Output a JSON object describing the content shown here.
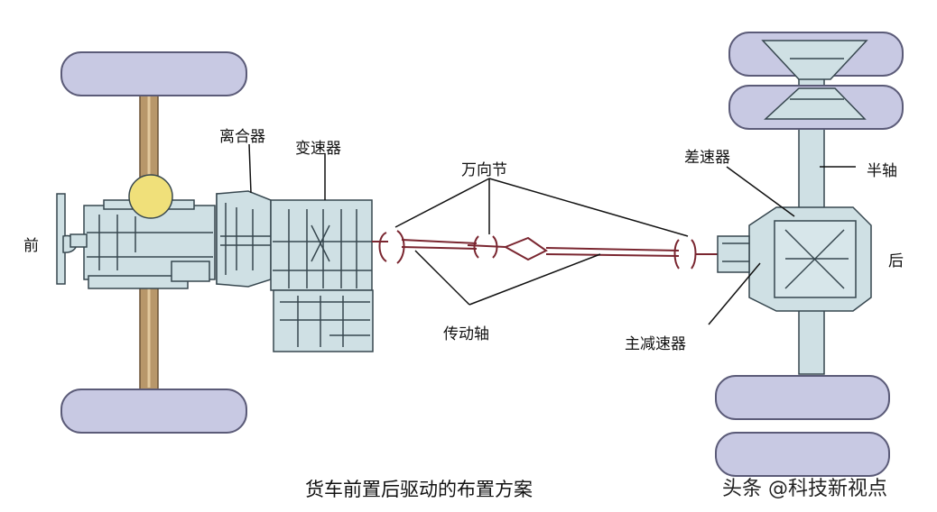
{
  "diagram": {
    "caption": "货车前置后驱动的布置方案",
    "watermark": "头条 @科技新视点",
    "labels": {
      "front": "前",
      "rear": "后",
      "clutch": "离合器",
      "gearbox": "变速器",
      "universal_joint": "万向节",
      "drive_shaft": "传动轴",
      "differential": "差速器",
      "half_shaft": "半轴",
      "main_reducer": "主减速器"
    },
    "colors": {
      "tire_fill": "#c8c9e3",
      "tire_stroke": "#5b5b78",
      "component_fill": "#cfe0e4",
      "component_stroke": "#37474f",
      "axle": "#b8976a",
      "drive_line": "#7a2630",
      "leader_line": "#111111"
    }
  }
}
